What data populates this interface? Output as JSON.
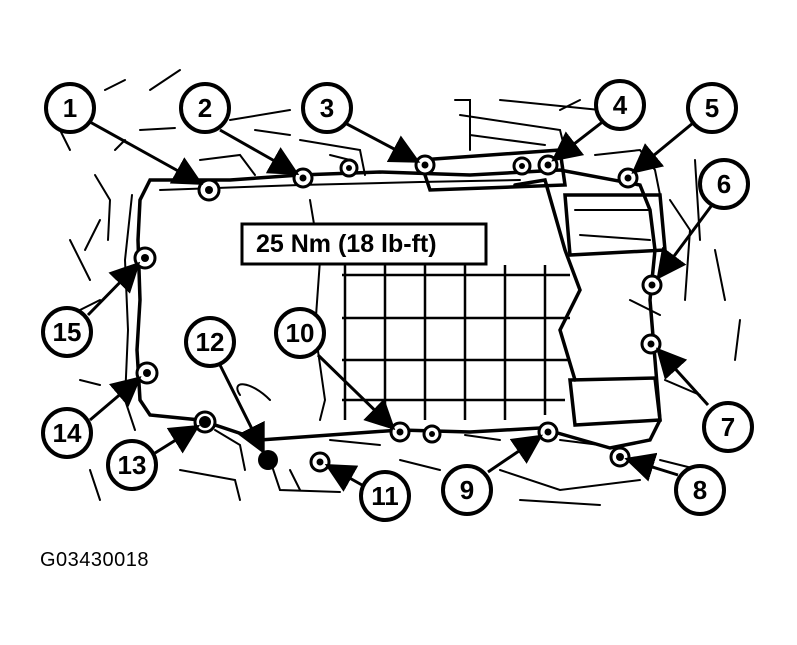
{
  "torque_spec": "25 Nm (18 lb-ft)",
  "figure_id": "G03430018",
  "callouts": [
    "1",
    "2",
    "3",
    "4",
    "5",
    "6",
    "7",
    "8",
    "9",
    "10",
    "11",
    "12",
    "13",
    "14",
    "15"
  ],
  "colors": {
    "ink": "#000000",
    "paper": "#ffffff"
  }
}
